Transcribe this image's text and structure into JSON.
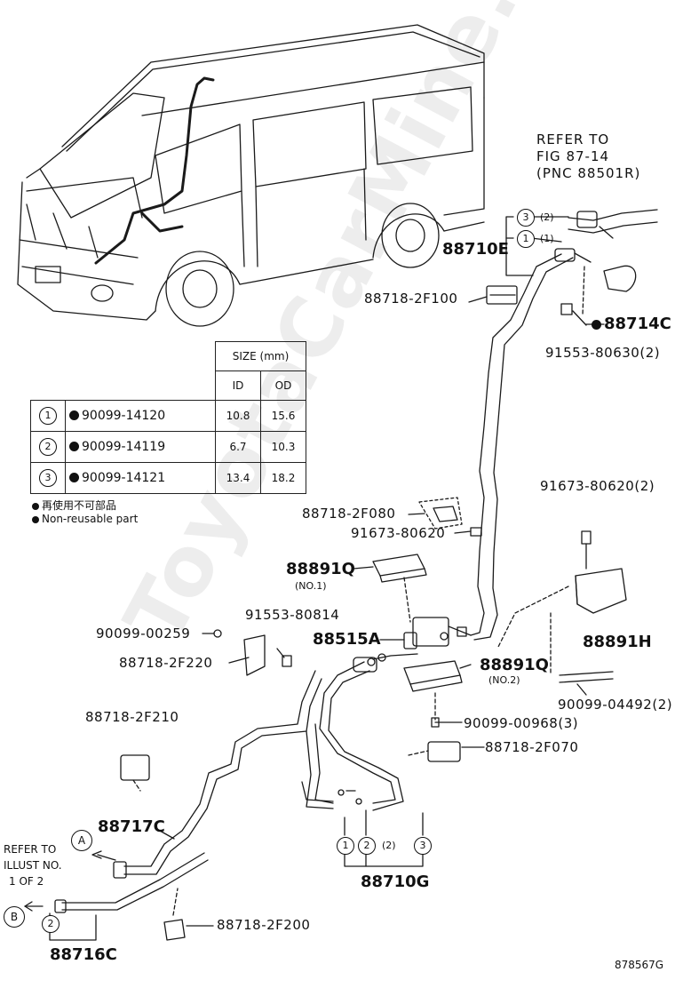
{
  "colors": {
    "line": "#1a1a1a",
    "background": "#ffffff",
    "watermark": "#d9d9d9"
  },
  "refer_top": {
    "line1": "REFER TO",
    "line2": "FIG 87-14",
    "line3": "(PNC 88501R)"
  },
  "refer_left": {
    "line1": "REFER TO",
    "line2": "ILLUST NO.",
    "line3": "1 OF 2"
  },
  "markers": {
    "a": "A",
    "b": "B"
  },
  "circled": {
    "one": "1",
    "two": "2",
    "three": "3"
  },
  "sub_notes": {
    "two": "(2)",
    "one": "(1)",
    "no1": "(NO.1)",
    "no2": "(NO.2)"
  },
  "parts": {
    "p88710E": "88710E",
    "p88718_2F100": "88718-2F100",
    "p88714C": "88714C",
    "p91553_80630": "91553-80630(2)",
    "p91673_80620_2": "91673-80620(2)",
    "p88718_2F080": "88718-2F080",
    "p91673_80620": "91673-80620",
    "p88891Q_top": "88891Q",
    "p91553_80814": "91553-80814",
    "p90099_00259": "90099-00259",
    "p88515A": "88515A",
    "p88718_2F220": "88718-2F220",
    "p88891H": "88891H",
    "p88891Q_bottom": "88891Q",
    "p90099_04492": "90099-04492(2)",
    "p90099_00968": "90099-00968(3)",
    "p88718_2F210": "88718-2F210",
    "p88718_2F070": "88718-2F070",
    "p88717C": "88717C",
    "p88710G": "88710G",
    "p88718_2F200": "88718-2F200",
    "p88716C": "88716C"
  },
  "size_table": {
    "header": "SIZE (mm)",
    "col_id": "ID",
    "col_od": "OD",
    "rows": [
      {
        "idx": "1",
        "part": "90099-14120",
        "id": "10.8",
        "od": "15.6"
      },
      {
        "idx": "2",
        "part": "90099-14119",
        "id": "6.7",
        "od": "10.3"
      },
      {
        "idx": "3",
        "part": "90099-14121",
        "id": "13.4",
        "od": "18.2"
      }
    ]
  },
  "legend": {
    "jp": "再使用不可部品",
    "en": "Non-reusable part"
  },
  "figure_code": "878567G",
  "watermark": "ToyotaCarMine.ru"
}
